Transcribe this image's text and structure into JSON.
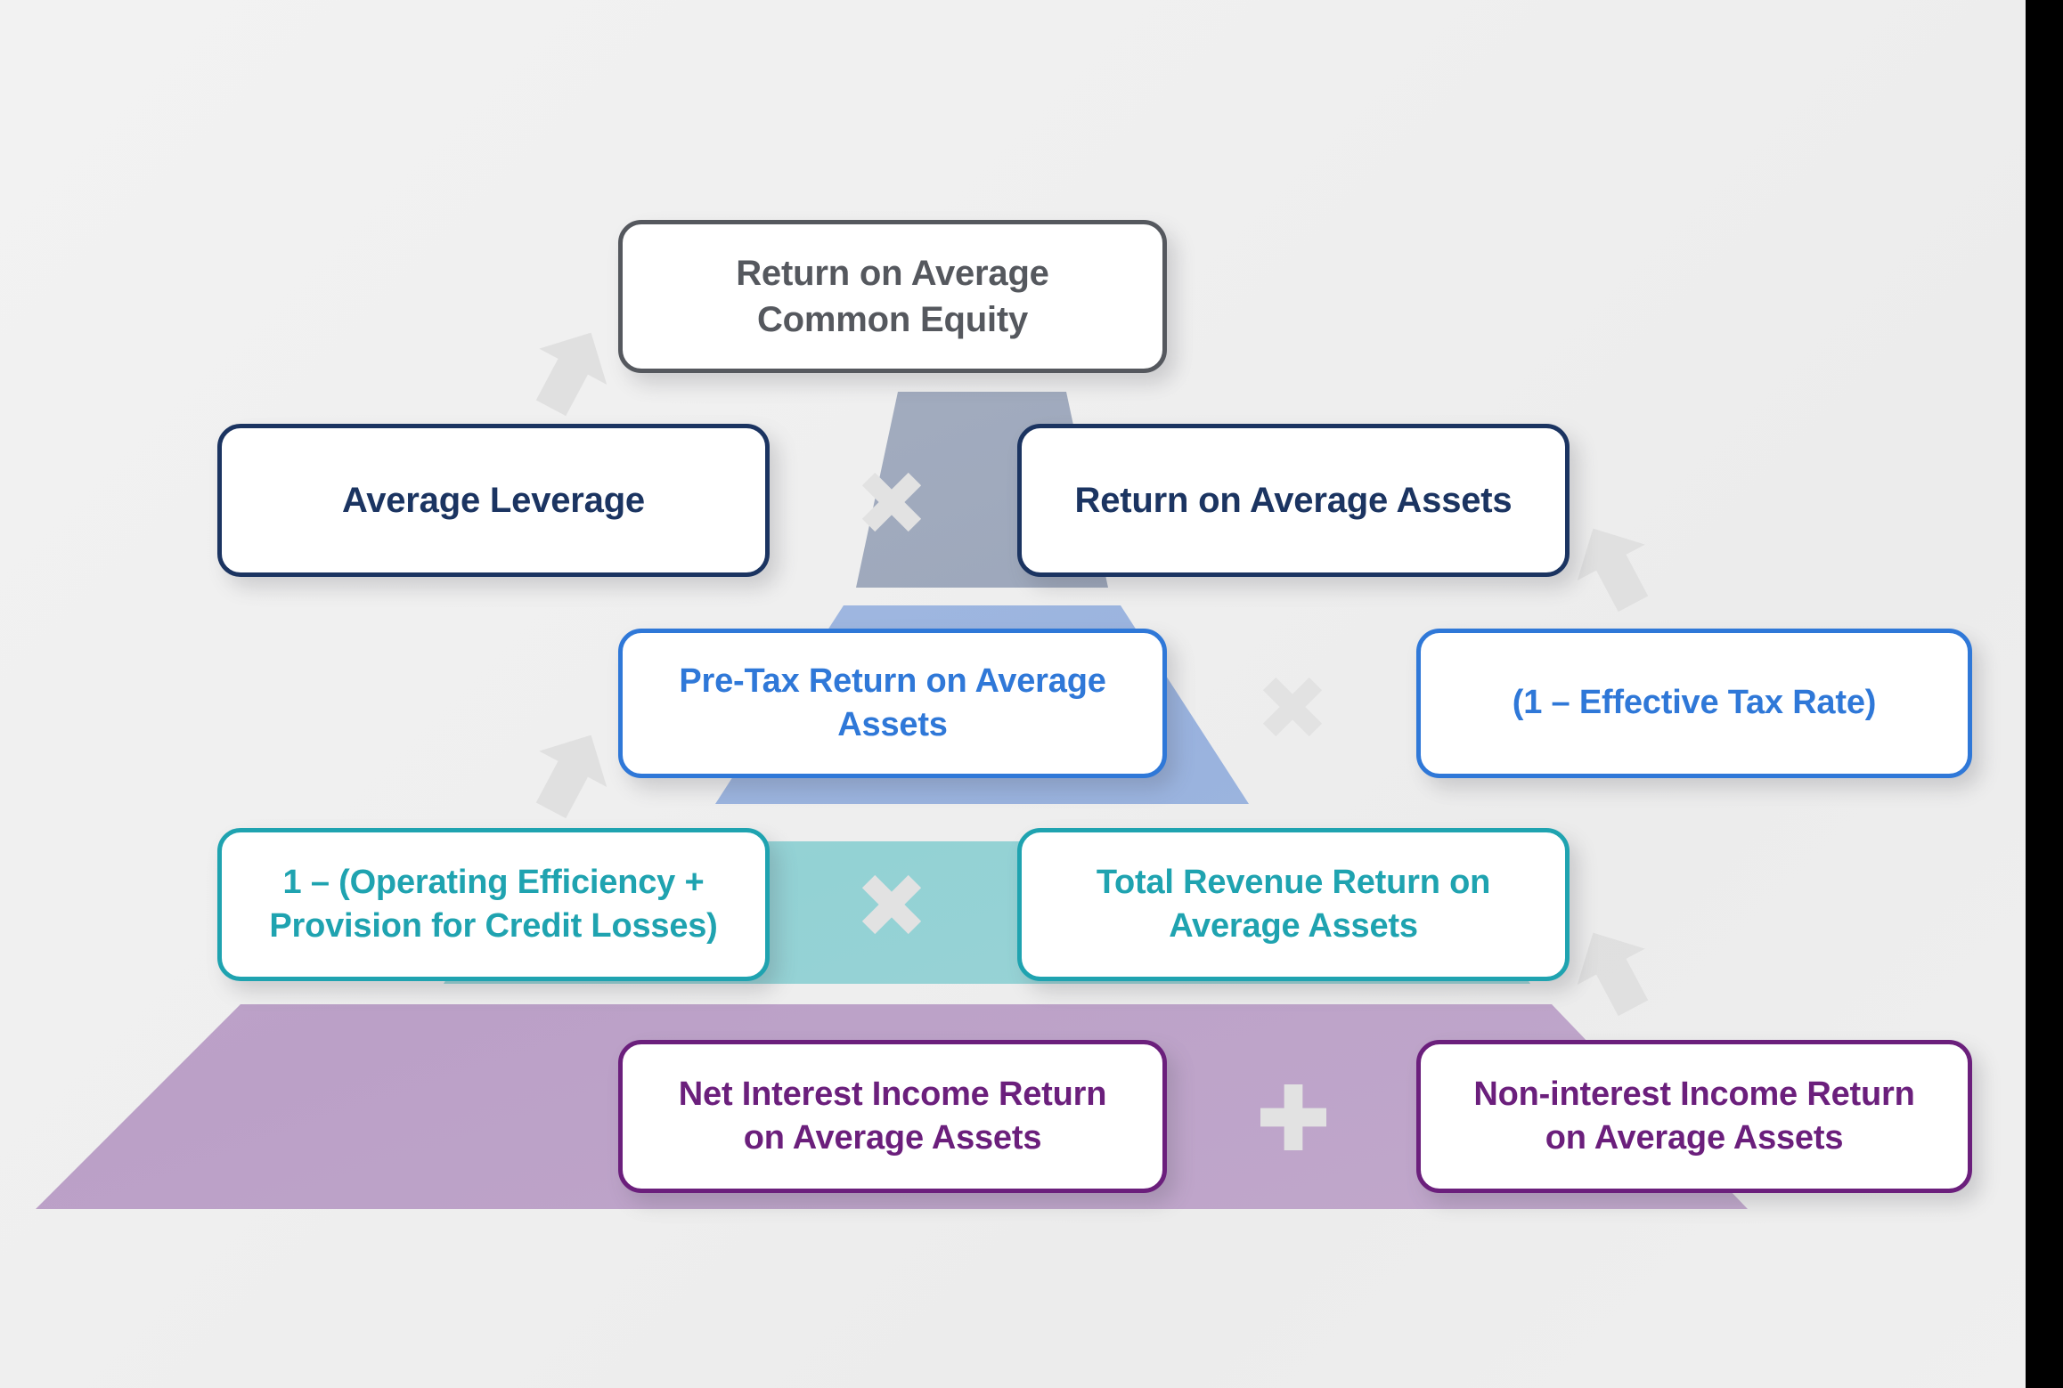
{
  "diagram": {
    "title": "Return on Average Common Equity decomposition pyramid",
    "background_color": "#f0f0f0",
    "levels": [
      {
        "id": "level-1",
        "color": "#55585e",
        "slab_color": "#9aa5ba",
        "nodes": [
          {
            "id": "roace",
            "label": "Return on Average Common Equity",
            "line1": "Return on Average",
            "line2": "Common Equity"
          }
        ],
        "operator": null
      },
      {
        "id": "level-2",
        "color": "#1b3461",
        "slab_color": "#9aa5ba",
        "nodes": [
          {
            "id": "average-leverage",
            "label": "Average Leverage",
            "line1": "Average Leverage",
            "line2": ""
          },
          {
            "id": "return-on-average-assets",
            "label": "Return on Average Assets",
            "line1": "Return on Average Assets",
            "line2": ""
          }
        ],
        "operator": {
          "symbol": "×",
          "name": "multiply"
        }
      },
      {
        "id": "level-3",
        "color": "#2f78d8",
        "slab_color": "#97b1de",
        "nodes": [
          {
            "id": "pre-tax-roaa",
            "label": "Pre-Tax Return on Average Assets",
            "line1": "Pre-Tax Return on Average",
            "line2": "Assets"
          },
          {
            "id": "one-minus-effective-tax-rate",
            "label": "(1 – Effective Tax Rate)",
            "line1": "(1 – Effective Tax Rate)",
            "line2": ""
          }
        ],
        "operator": {
          "symbol": "×",
          "name": "multiply"
        }
      },
      {
        "id": "level-4",
        "color": "#1fa3b0",
        "slab_color": "#90d1d4",
        "nodes": [
          {
            "id": "one-minus-efficiency-provision",
            "label": "1 – (Operating Efficiency + Provision for Credit Losses)",
            "line1": "1 – (Operating Efficiency +",
            "line2": "Provision for Credit Losses)"
          },
          {
            "id": "total-revenue-roaa",
            "label": "Total Revenue Return on Average Assets",
            "line1": "Total Revenue Return on",
            "line2": "Average Assets"
          }
        ],
        "operator": {
          "symbol": "×",
          "name": "multiply"
        }
      },
      {
        "id": "level-5",
        "color": "#6b1f7c",
        "slab_color": "#bb9fc7",
        "nodes": [
          {
            "id": "net-interest-income-roaa",
            "label": "Net Interest Income Return on Average Assets",
            "line1": "Net Interest Income Return",
            "line2": "on Average Assets"
          },
          {
            "id": "non-interest-income-roaa",
            "label": "Non-interest Income Return on Average Assets",
            "line1": "Non-interest Income Return",
            "line2": "on Average Assets"
          }
        ],
        "operator": {
          "symbol": "+",
          "name": "plus"
        }
      }
    ],
    "arrows": [
      {
        "id": "arrow-a",
        "name": "arrow-up-right",
        "direction": "up-right"
      },
      {
        "id": "arrow-b",
        "name": "arrow-up-left",
        "direction": "up-left"
      },
      {
        "id": "arrow-c",
        "name": "arrow-up-right",
        "direction": "up-right"
      },
      {
        "id": "arrow-d",
        "name": "arrow-up-left",
        "direction": "up-left"
      }
    ]
  }
}
